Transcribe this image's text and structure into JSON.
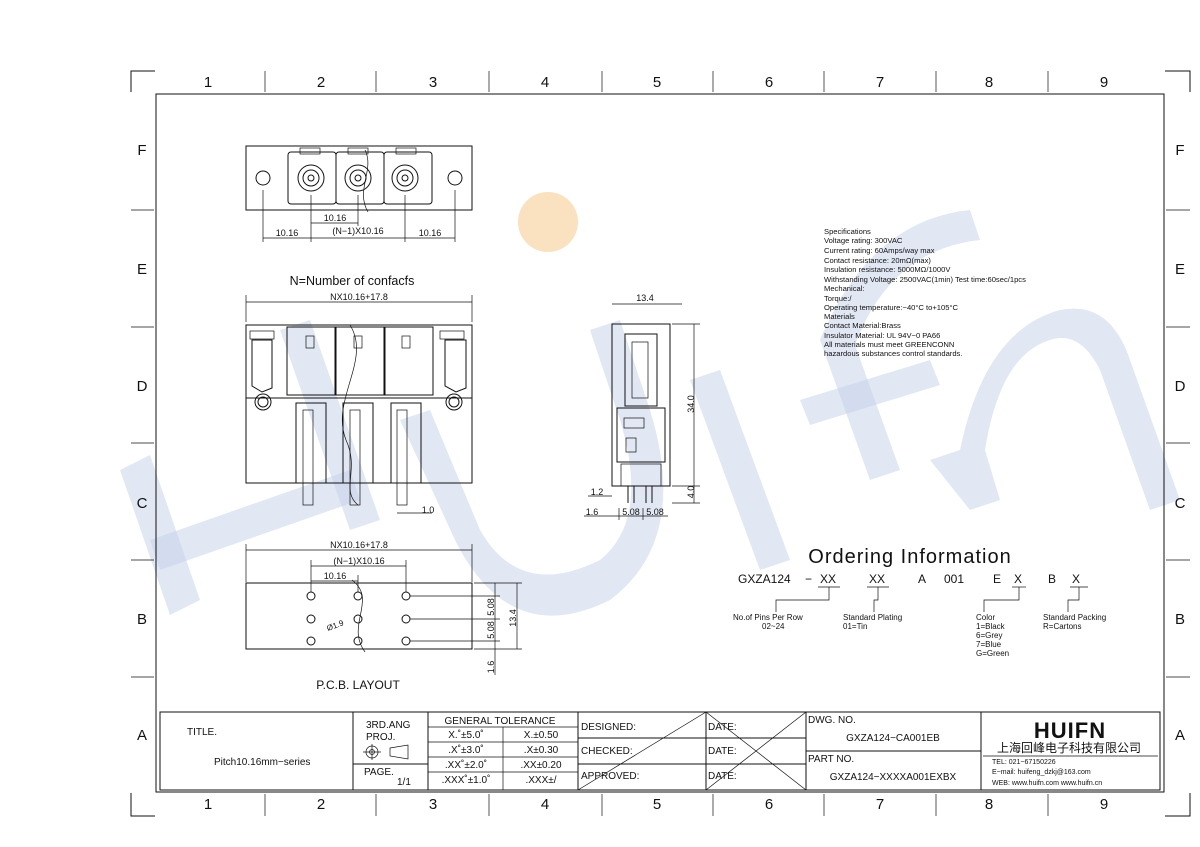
{
  "frame": {
    "cols": [
      "1",
      "2",
      "3",
      "4",
      "5",
      "6",
      "7",
      "8",
      "9"
    ],
    "rows": [
      "F",
      "E",
      "D",
      "C",
      "B",
      "A"
    ]
  },
  "watermark": {
    "text": "HUIFN",
    "color": "#c9d4ea",
    "dot_color": "#f6c98a"
  },
  "front_view": {
    "dims": {
      "pitch": "10.16",
      "pitch_n": "(N−1)X10.16",
      "side_left": "10.16",
      "side_right": "10.16"
    }
  },
  "side_section": {
    "note": "N=Number of confacfs",
    "width_dim": "NX10.16+17.8",
    "offset_dim": "1.0"
  },
  "side_view": {
    "dims": {
      "width": "13.4",
      "height": "34.0",
      "pin": "4.0",
      "d1": "1.2",
      "d2": "1.6",
      "d3": "5.08",
      "d4": "5.08"
    }
  },
  "pcb": {
    "dims": {
      "width": "NX10.16+17.8",
      "pitch_n": "(N−1)X10.16",
      "pitch": "10.16",
      "hole": "Ø1.9",
      "r1": "5.08",
      "r2": "5.08",
      "height": "13.4",
      "off": "1.6"
    },
    "label": "P.C.B. LAYOUT"
  },
  "specs": [
    "Specifications",
    "Voltage rating: 300VAC",
    "Current rating: 60Amps/way max",
    "Contact resistance: 20mΩ(max)",
    "Insulation resistance: 5000MΩ/1000V",
    "Withstanding Voltage: 2500VAC(1min) Test time:60sec/1pcs",
    "Mechanical:",
    "Torque:/",
    "Operating temperature:−40°C to+105°C",
    "Materials",
    "Contact Material:Brass",
    "Insulator Material: UL 94V−0 PA66",
    "All materials must meet GREENCONN",
    "hazardous substances control standards."
  ],
  "ordering": {
    "title": "Ordering Information",
    "code": {
      "base": "GXZA124",
      "dash": "−",
      "xx1": "XX",
      "xx2": "XX",
      "a": "A",
      "n001": "001",
      "e": "E",
      "x1": "X",
      "b": "B",
      "x2": "X"
    },
    "pins": {
      "label": "No.of Pins Per Row",
      "range": "02~24"
    },
    "plating": {
      "label": "Standard Plating",
      "v1": "01=Tin"
    },
    "color": {
      "label": "Color",
      "v1": "1=Black",
      "v2": "6=Grey",
      "v3": "7=Blue",
      "v4": "G=Green"
    },
    "packing": {
      "label": "Standard Packing",
      "v1": "R=Cartons"
    }
  },
  "title_block": {
    "title_label": "TITLE.",
    "title_value": "Pitch10.16mm−series",
    "proj_l1": "3RD.ANG",
    "proj_l2": "PROJ.",
    "page_label": "PAGE.",
    "page_value": "1/1",
    "tol_header": "GENERAL TOLERANCE",
    "tol": [
      [
        "X.˚±5.0˚",
        "X.±0.50"
      ],
      [
        ".X˚±3.0˚",
        ".X±0.30"
      ],
      [
        ".XX˚±2.0˚",
        ".XX±0.20"
      ],
      [
        ".XXX˚±1.0˚",
        ".XXX±/"
      ]
    ],
    "designed": "DESIGNED:",
    "checked": "CHECKED:",
    "approved": "APPROVED:",
    "date": "DATE:",
    "dwg_label": "DWG. NO.",
    "dwg_value": "GXZA124−CA001EB",
    "part_label": "PART NO.",
    "part_value": "GXZA124−XXXXA001EXBX"
  },
  "company": {
    "logo": "HUIFN",
    "name": "上海回峰电子科技有限公司",
    "tel": "TEL: 021−67150226",
    "email": "E−mail: huifeng_dzkj@163.com",
    "web": "WEB: www.huifn.com   www.huifn.cn"
  }
}
